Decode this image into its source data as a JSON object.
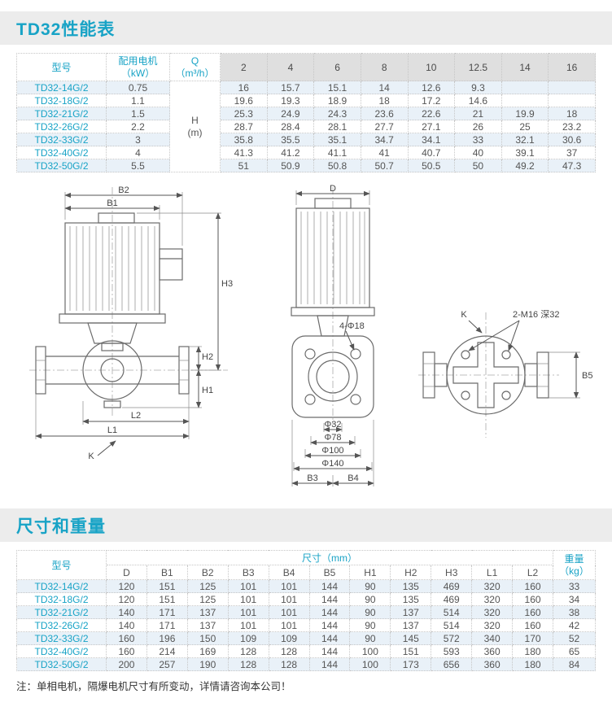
{
  "page": {
    "section1_title": "TD32性能表",
    "section2_title": "尺寸和重量",
    "footnote": "注：单相电机，隔爆电机尺寸有所变动，详情请咨询本公司！"
  },
  "colors": {
    "accent": "#18a3c6",
    "row_stripe": "#e9f1f8",
    "flow_header_gray": "#dfdfdf",
    "title_band_gray": "#ececec"
  },
  "perf": {
    "model_header": "型号",
    "motor_header": "配用电机\n（kW）",
    "q_header": "Q\n（m³/h）",
    "h_header": "H\n(m)",
    "flows": [
      "2",
      "4",
      "6",
      "8",
      "10",
      "12.5",
      "14",
      "16"
    ],
    "rows": [
      {
        "model": "TD32-14G/2",
        "motor": "0.75",
        "v": [
          "16",
          "15.7",
          "15.1",
          "14",
          "12.6",
          "9.3",
          "",
          ""
        ]
      },
      {
        "model": "TD32-18G/2",
        "motor": "1.1",
        "v": [
          "19.6",
          "19.3",
          "18.9",
          "18",
          "17.2",
          "14.6",
          "",
          ""
        ]
      },
      {
        "model": "TD32-21G/2",
        "motor": "1.5",
        "v": [
          "25.3",
          "24.9",
          "24.3",
          "23.6",
          "22.6",
          "21",
          "19.9",
          "18"
        ]
      },
      {
        "model": "TD32-26G/2",
        "motor": "2.2",
        "v": [
          "28.7",
          "28.4",
          "28.1",
          "27.7",
          "27.1",
          "26",
          "25",
          "23.2"
        ]
      },
      {
        "model": "TD32-33G/2",
        "motor": "3",
        "v": [
          "35.8",
          "35.5",
          "35.1",
          "34.7",
          "34.1",
          "33",
          "32.1",
          "30.6"
        ]
      },
      {
        "model": "TD32-40G/2",
        "motor": "4",
        "v": [
          "41.3",
          "41.2",
          "41.1",
          "41",
          "40.7",
          "40",
          "39.1",
          "37"
        ]
      },
      {
        "model": "TD32-50G/2",
        "motor": "5.5",
        "v": [
          "51",
          "50.9",
          "50.8",
          "50.7",
          "50.5",
          "50",
          "49.2",
          "47.3"
        ]
      }
    ]
  },
  "dims": {
    "model_header": "型号",
    "size_header": "尺寸（mm）",
    "weight_header": "重量\n（kg）",
    "cols": [
      "D",
      "B1",
      "B2",
      "B3",
      "B4",
      "B5",
      "H1",
      "H2",
      "H3",
      "L1",
      "L2"
    ],
    "rows": [
      {
        "model": "TD32-14G/2",
        "v": [
          "120",
          "151",
          "125",
          "101",
          "101",
          "144",
          "90",
          "135",
          "469",
          "320",
          "160"
        ],
        "w": "33"
      },
      {
        "model": "TD32-18G/2",
        "v": [
          "120",
          "151",
          "125",
          "101",
          "101",
          "144",
          "90",
          "135",
          "469",
          "320",
          "160"
        ],
        "w": "34"
      },
      {
        "model": "TD32-21G/2",
        "v": [
          "140",
          "171",
          "137",
          "101",
          "101",
          "144",
          "90",
          "137",
          "514",
          "320",
          "160"
        ],
        "w": "38"
      },
      {
        "model": "TD32-26G/2",
        "v": [
          "140",
          "171",
          "137",
          "101",
          "101",
          "144",
          "90",
          "137",
          "514",
          "320",
          "160"
        ],
        "w": "42"
      },
      {
        "model": "TD32-33G/2",
        "v": [
          "160",
          "196",
          "150",
          "109",
          "109",
          "144",
          "90",
          "145",
          "572",
          "340",
          "170"
        ],
        "w": "52"
      },
      {
        "model": "TD32-40G/2",
        "v": [
          "160",
          "214",
          "169",
          "128",
          "128",
          "144",
          "100",
          "151",
          "593",
          "360",
          "180"
        ],
        "w": "65"
      },
      {
        "model": "TD32-50G/2",
        "v": [
          "200",
          "257",
          "190",
          "128",
          "128",
          "144",
          "100",
          "173",
          "656",
          "360",
          "180"
        ],
        "w": "84"
      }
    ]
  },
  "drawings": {
    "front": {
      "b2": "B2",
      "b1": "B1",
      "h3": "H3",
      "h2": "H2",
      "h1": "H1",
      "l2": "L2",
      "l1": "L1",
      "k": "K"
    },
    "side": {
      "d": "D",
      "bolt_note": "4-Φ18",
      "d32": "Φ32",
      "d78": "Φ78",
      "d100": "Φ100",
      "d140": "Φ140",
      "b3": "B3",
      "b4": "B4"
    },
    "top": {
      "k": "K",
      "thread_note": "2-M16 深32",
      "b5": "B5"
    }
  }
}
